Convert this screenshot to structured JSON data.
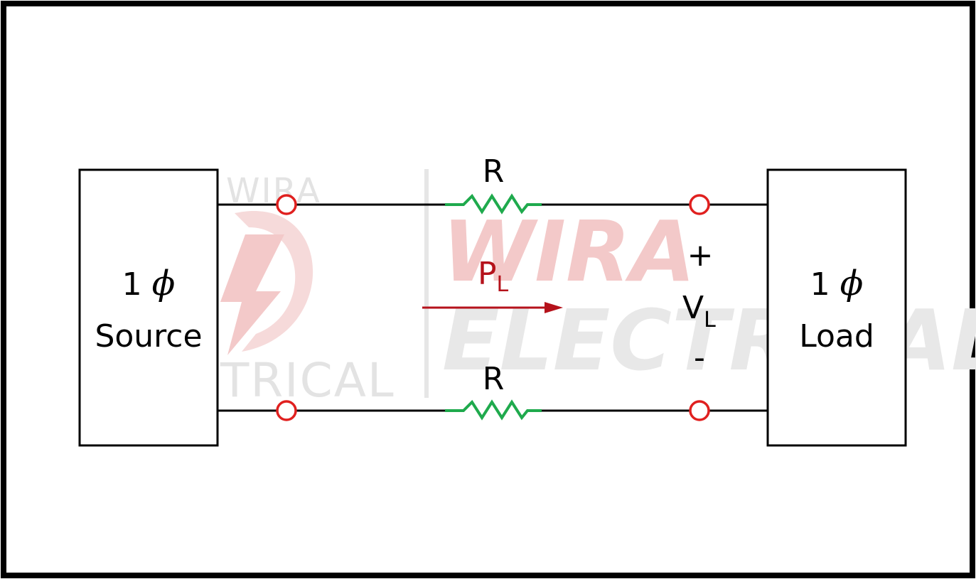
{
  "source_box": {
    "line1_number": "1",
    "line1_symbol": "ϕ",
    "line2": "Source"
  },
  "load_box": {
    "line1_number": "1",
    "line1_symbol": "ϕ",
    "line2": "Load"
  },
  "resistor_top": {
    "label": "R"
  },
  "resistor_bottom": {
    "label": "R"
  },
  "power_label": {
    "main": "P",
    "sub": "L"
  },
  "voltage_label": {
    "plus": "+",
    "main": "V",
    "sub": "L",
    "minus": "-"
  },
  "watermark": {
    "line1": "WIRA",
    "line2": "ELECTRICAL"
  },
  "colors": {
    "wire": "#000000",
    "resistor": "#1faa4d",
    "terminal": "#e0201f",
    "power": "#b5121b",
    "watermark_red": "#f3c9c9",
    "watermark_gray": "#e6e6e6"
  }
}
